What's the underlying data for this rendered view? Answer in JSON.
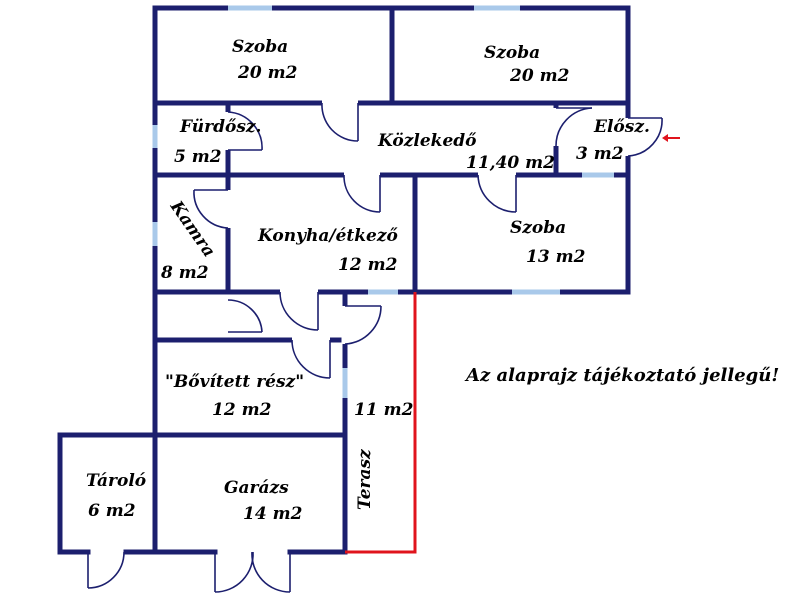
{
  "rooms": {
    "szoba_top_left": {
      "name": "Szoba",
      "area": "20 m2"
    },
    "szoba_top_right": {
      "name": "Szoba",
      "area": "20 m2"
    },
    "furdo": {
      "name": "Fürdősz.",
      "area": "5 m2"
    },
    "kozlekedo": {
      "name": "Közlekedő",
      "area": "11,40 m2"
    },
    "eloszoba": {
      "name": "Elősz.",
      "area": "3 m2"
    },
    "kamra": {
      "name": "Kamra",
      "area": "8 m2"
    },
    "konyha": {
      "name": "Konyha/étkező",
      "area": "12 m2"
    },
    "szoba_mid": {
      "name": "Szoba",
      "area": "13 m2"
    },
    "bovitett": {
      "name": "\"Bővített rész\"",
      "area": "12 m2"
    },
    "terasz": {
      "name": "Terasz",
      "area": "11 m2"
    },
    "tarolo": {
      "name": "Tároló",
      "area": "6 m2"
    },
    "garazs": {
      "name": "Garázs",
      "area": "14 m2"
    }
  },
  "note": "Az alaprajz tájékoztató jellegű!",
  "colors": {
    "wall": "#1c1f6e",
    "window": "#a9c9ea",
    "terrace_edge": "#e0141d",
    "entrance_arrow": "#e0141d"
  },
  "icons": {
    "entrance": "arrow-left-icon"
  }
}
